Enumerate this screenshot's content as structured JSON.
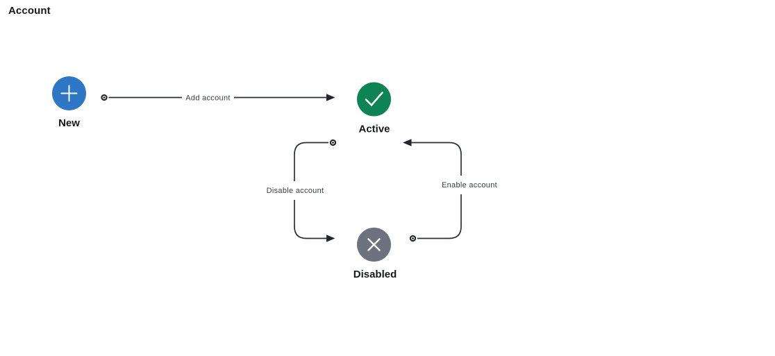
{
  "page": {
    "title": "Account"
  },
  "diagram": {
    "nodes": [
      {
        "id": "new",
        "label": "New",
        "color": "#2d77c5",
        "icon": "plus-icon"
      },
      {
        "id": "active",
        "label": "Active",
        "color": "#0e8454",
        "icon": "check-icon"
      },
      {
        "id": "disabled",
        "label": "Disabled",
        "color": "#6c737f",
        "icon": "cross-icon"
      }
    ],
    "edges": [
      {
        "id": "add-account",
        "label": "Add account",
        "from": "New",
        "to": "Active"
      },
      {
        "id": "disable-account",
        "label": "Disable account",
        "from": "Active",
        "to": "Disabled"
      },
      {
        "id": "enable-account",
        "label": "Enable account",
        "from": "Disabled",
        "to": "Active"
      }
    ],
    "colors": {
      "edge": "#2a2e38",
      "edge_label": "#383d47",
      "node_label": "#16181d",
      "icon": "#ffffff",
      "background": "#ffffff"
    }
  }
}
